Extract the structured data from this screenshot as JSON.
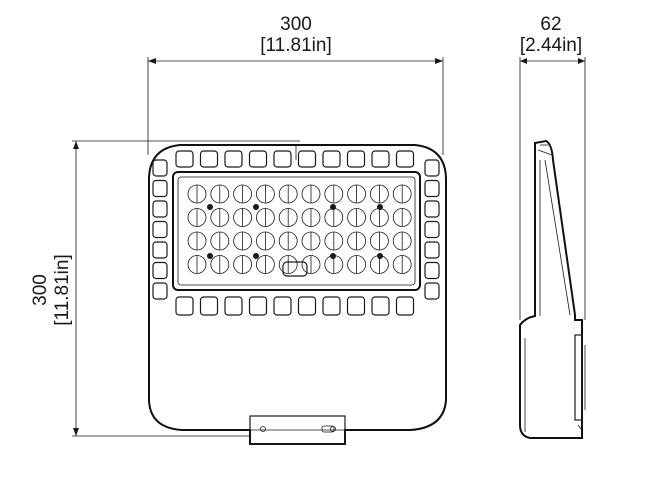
{
  "dimensions": {
    "front_width_mm": "300",
    "front_width_in": "[11.81in]",
    "side_depth_mm": "62",
    "side_depth_in": "[2.44in]",
    "front_height_mm": "300",
    "front_height_in": "[11.81in]"
  },
  "fixture": {
    "led_grid_rows": 4,
    "led_grid_cols": 10,
    "fin_count_top": 10,
    "fin_count_bottom": 10,
    "fin_count_side": 7
  },
  "colors": {
    "line": "#1a1a1a",
    "background": "#ffffff"
  }
}
